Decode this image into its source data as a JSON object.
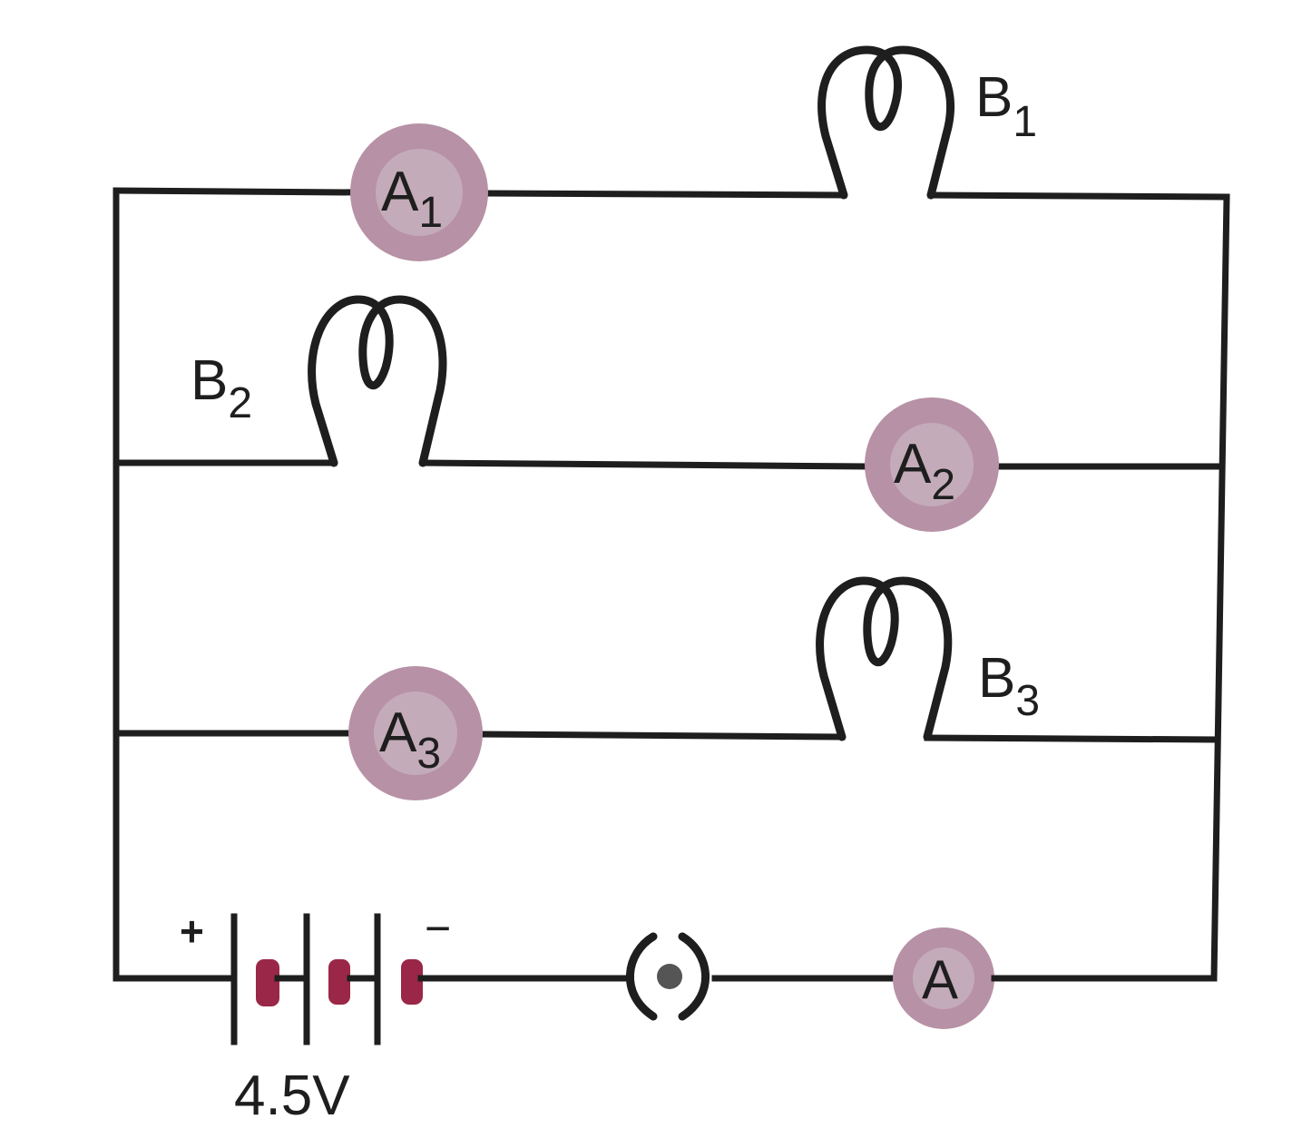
{
  "diagram": {
    "type": "electric circuit",
    "colors": {
      "wire": "#1e1e1e",
      "ammeter_fill": "#b791a6",
      "battery_plate": "#9a2747"
    },
    "battery": {
      "label": "4.5V",
      "positive_sign": "+",
      "negative_sign": "−",
      "cells": 3
    },
    "key": {
      "label": "(•)",
      "name": "plug key"
    },
    "main_ammeter": {
      "label": "A"
    },
    "branches": [
      {
        "ammeter": {
          "main": "A",
          "sub": "1"
        },
        "bulb": {
          "main": "B",
          "sub": "1"
        }
      },
      {
        "ammeter": {
          "main": "A",
          "sub": "2"
        },
        "bulb": {
          "main": "B",
          "sub": "2"
        }
      },
      {
        "ammeter": {
          "main": "A",
          "sub": "3"
        },
        "bulb": {
          "main": "B",
          "sub": "3"
        }
      }
    ]
  }
}
